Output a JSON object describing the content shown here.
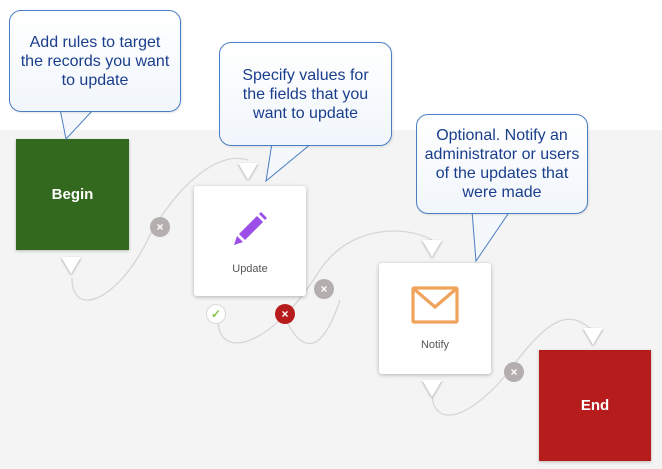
{
  "colors": {
    "begin": "#33691e",
    "end": "#b71c1c",
    "update_icon": "#9c4fe8",
    "notify_icon": "#f0a35b",
    "callout_text": "#1a3e8c"
  },
  "callouts": {
    "begin_tip": "Add rules to target the records you want to update",
    "update_tip": "Specify values for the fields that you want to update",
    "notify_tip": "Optional. Notify an administrator or users of the updates that were made"
  },
  "nodes": {
    "begin": {
      "label": "Begin"
    },
    "update": {
      "label": "Update",
      "icon": "pencil-icon"
    },
    "notify": {
      "label": "Notify",
      "icon": "envelope-icon"
    },
    "end": {
      "label": "End"
    }
  },
  "icons": {
    "remove": "×",
    "success": "✓",
    "failure": "×"
  }
}
